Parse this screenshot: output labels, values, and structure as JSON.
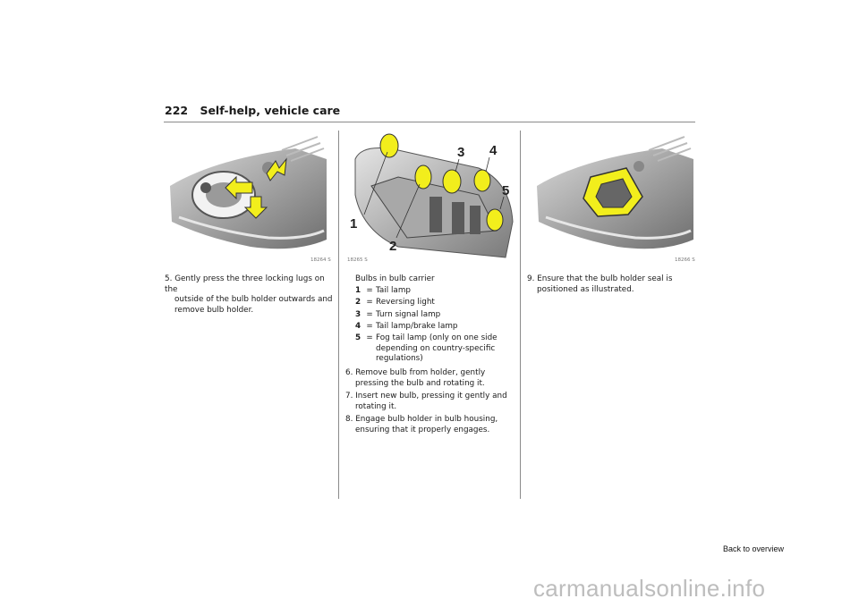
{
  "header": {
    "page_number": "222",
    "title": "Self-help, vehicle care"
  },
  "figures": [
    {
      "id_label": "18264 S"
    },
    {
      "id_label": "18265 S",
      "callouts": [
        "1",
        "2",
        "3",
        "4",
        "5"
      ]
    },
    {
      "id_label": "18266 S"
    }
  ],
  "left_column": {
    "step5_line1": "5. Gently press the three locking lugs on the",
    "step5_line2": "outside of the bulb holder outwards and",
    "step5_line3": "remove bulb holder."
  },
  "middle_column": {
    "caption": "Bulbs in bulb carrier",
    "legend": [
      {
        "num": "1",
        "eq": "=",
        "text": "Tail lamp"
      },
      {
        "num": "2",
        "eq": "=",
        "text": "Reversing light"
      },
      {
        "num": "3",
        "eq": "=",
        "text": "Turn signal lamp"
      },
      {
        "num": "4",
        "eq": "=",
        "text": "Tail lamp/brake lamp"
      },
      {
        "num": "5",
        "eq": "=",
        "text": "Fog tail lamp (only on one side depending on country-specific regulations)"
      }
    ],
    "step6_line1": "6. Remove bulb from holder, gently",
    "step6_line2": "pressing the bulb and rotating it.",
    "step7_line1": "7. Insert new bulb, pressing it gently and",
    "step7_line2": "rotating it.",
    "step8_line1": "8. Engage bulb holder in bulb housing,",
    "step8_line2": "ensuring that it properly engages."
  },
  "right_column": {
    "step9_line1": "9. Ensure that the bulb holder seal is",
    "step9_line2": "positioned as illustrated."
  },
  "footer": {
    "back_link": "Back to overview",
    "watermark": "carmanualsonline.info"
  },
  "colors": {
    "highlight_yellow": "#f2ee1c",
    "rule_gray": "#8a8a8a",
    "illustration_gray": "#8c8c8c"
  }
}
